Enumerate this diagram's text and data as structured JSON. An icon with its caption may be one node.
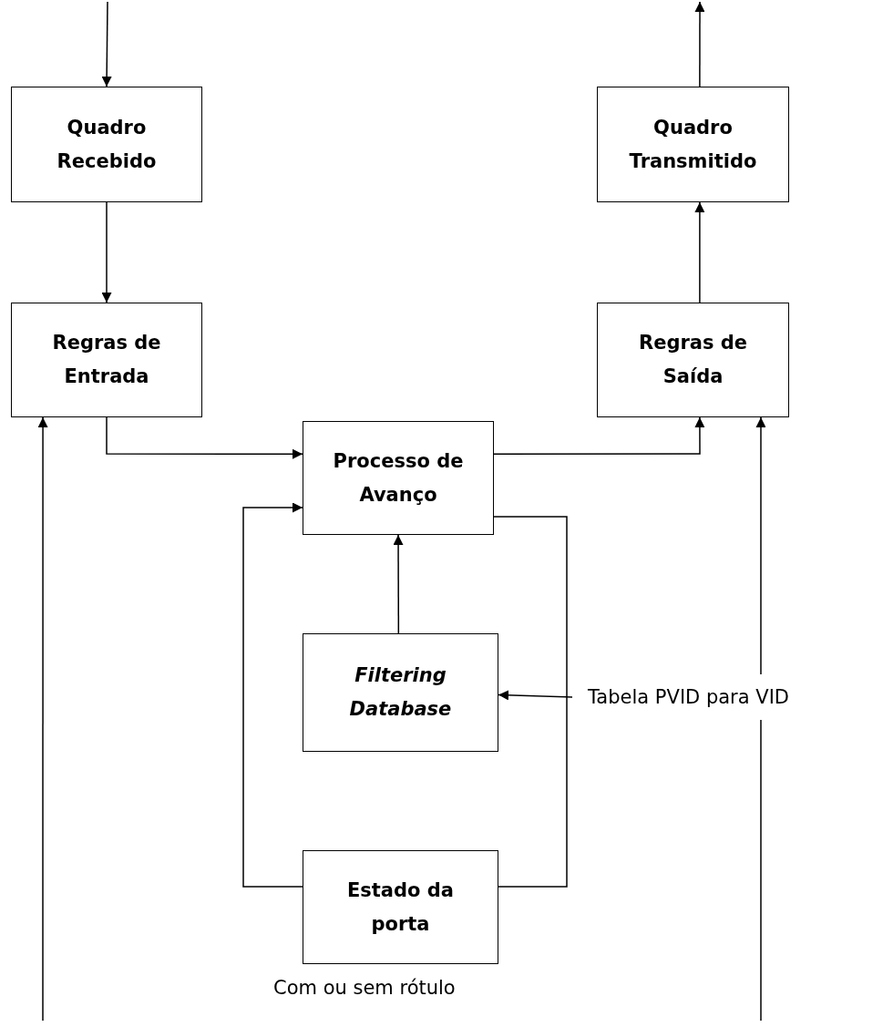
{
  "diagram": {
    "nodes": [
      {
        "text": [
          "Quadro Recebido"
        ]
      },
      {
        "text": [
          "Regras de Entrada"
        ]
      },
      {
        "text": [
          "Processo de Avanço"
        ]
      },
      {
        "text": [
          "Regras de Saída"
        ]
      },
      {
        "text": [
          "Quadro Transmitido"
        ]
      },
      {
        "text": [
          "Filtering Database"
        ]
      },
      {
        "text": [
          "Estado da porta"
        ]
      },
      {
        "text": [
          "Tabela PVID para VID"
        ]
      }
    ],
    "edges": [
      {
        "from": null,
        "to": 0,
        "arrow": "to"
      },
      {
        "from": 0,
        "to": 1,
        "arrow": "to"
      },
      {
        "from": 1,
        "to": 2,
        "arrow": "to"
      },
      {
        "from": 2,
        "to": 3,
        "arrow": "to"
      },
      {
        "from": 3,
        "to": 4,
        "arrow": "to"
      },
      {
        "from": 4,
        "to": null,
        "arrow": "to"
      },
      {
        "from": 5,
        "to": 2,
        "arrow": "to"
      },
      {
        "from": 6,
        "to": 2,
        "arrow": "to"
      },
      {
        "from": 2,
        "to": 6,
        "arrow": "none"
      },
      {
        "from": 7,
        "to": 5,
        "arrow": "to"
      },
      {
        "from": null,
        "to": 1,
        "arrow": "to"
      },
      {
        "from": null,
        "to": 3,
        "arrow": "to"
      }
    ],
    "labels": [
      "Com ou sem rótulo"
    ]
  }
}
